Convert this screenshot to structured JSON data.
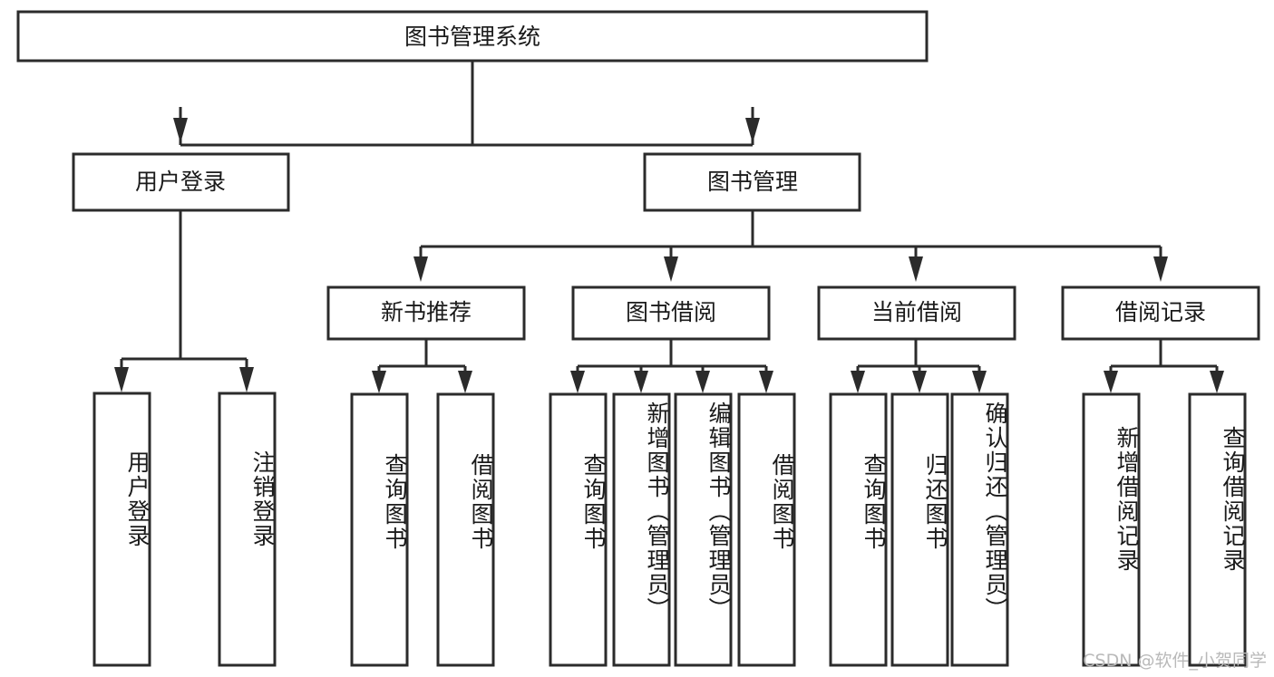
{
  "diagram": {
    "title": "图书管理系统",
    "type": "tree",
    "watermark": "CSDN @软件_小贺同学",
    "colors": {
      "stroke": "#2b2b2b",
      "fill": "#ffffff",
      "text": "#1a1a1a",
      "watermark": "#b9b9b9",
      "background": "#ffffff"
    },
    "levels": {
      "root": {
        "label": "图书管理系统"
      },
      "level2": [
        {
          "label": "用户登录"
        },
        {
          "label": "图书管理"
        }
      ],
      "level3": [
        {
          "label": "新书推荐"
        },
        {
          "label": "图书借阅"
        },
        {
          "label": "当前借阅"
        },
        {
          "label": "借阅记录"
        }
      ],
      "leaves": {
        "user_login": [
          {
            "label": "用户登录"
          },
          {
            "label": "注销登录"
          }
        ],
        "new_book": [
          {
            "label": "查询图书"
          },
          {
            "label": "借阅图书"
          }
        ],
        "borrow_book": [
          {
            "label": "查询图书"
          },
          {
            "label": "新增图书（管理员）"
          },
          {
            "label": "编辑图书（管理员）"
          },
          {
            "label": "借阅图书"
          }
        ],
        "current_borrow": [
          {
            "label": "查询图书"
          },
          {
            "label": "归还图书"
          },
          {
            "label": "确认归还（管理员）"
          }
        ],
        "borrow_record": [
          {
            "label": "新增借阅记录"
          },
          {
            "label": "查询借阅记录"
          }
        ]
      }
    }
  }
}
